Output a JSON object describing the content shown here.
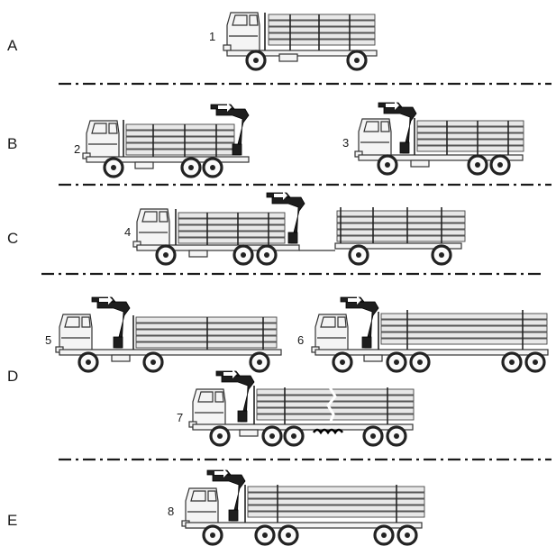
{
  "rows": [
    {
      "letter": "A",
      "vehicles": [
        {
          "number": "1",
          "type": "rigid truck, stake bed"
        }
      ]
    },
    {
      "letter": "B",
      "vehicles": [
        {
          "number": "2",
          "type": "rigid truck with rear-mounted crane"
        },
        {
          "number": "3",
          "type": "rigid truck with front-mounted crane"
        }
      ]
    },
    {
      "letter": "C",
      "vehicles": [
        {
          "number": "4",
          "type": "truck with crane and drawbar trailer"
        }
      ]
    },
    {
      "letter": "D",
      "vehicles": [
        {
          "number": "5",
          "type": "tractor with crane and semi-trailer"
        },
        {
          "number": "6",
          "type": "tractor with crane and long semi-trailer"
        },
        {
          "number": "7",
          "type": "truck with crane and extendable trailer"
        }
      ]
    },
    {
      "letter": "E",
      "vehicles": [
        {
          "number": "8",
          "type": "tractor with crane and multi-axle trailer"
        }
      ]
    }
  ],
  "colors": {
    "line": "#1a1a1a",
    "crane": "#1e1e1e",
    "body": "#f4f4f4"
  }
}
